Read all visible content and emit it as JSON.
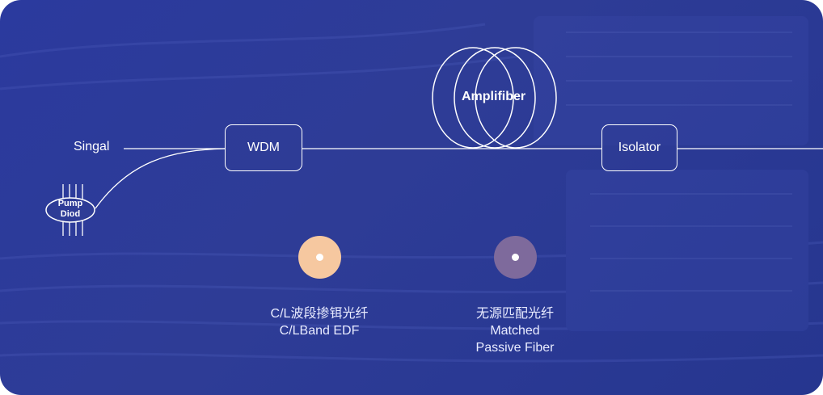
{
  "diagram": {
    "signal_label": "Singal",
    "pump_line1": "Pump",
    "pump_line2": "Diod",
    "wdm_label": "WDM",
    "amplifier_label": "Amplifiber",
    "isolator_label": "Isolator"
  },
  "legend": [
    {
      "title_cn": "C/L波段掺铒光纤",
      "title_en": "C/LBand EDF",
      "color": "#f6c8a0"
    },
    {
      "title_cn": "无源匹配光纤",
      "title_en": "Matched",
      "title_en2": "Passive Fiber",
      "color": "#7e6a9c"
    }
  ],
  "colors": {
    "background": "#2c3b99",
    "line": "#ffffff"
  }
}
